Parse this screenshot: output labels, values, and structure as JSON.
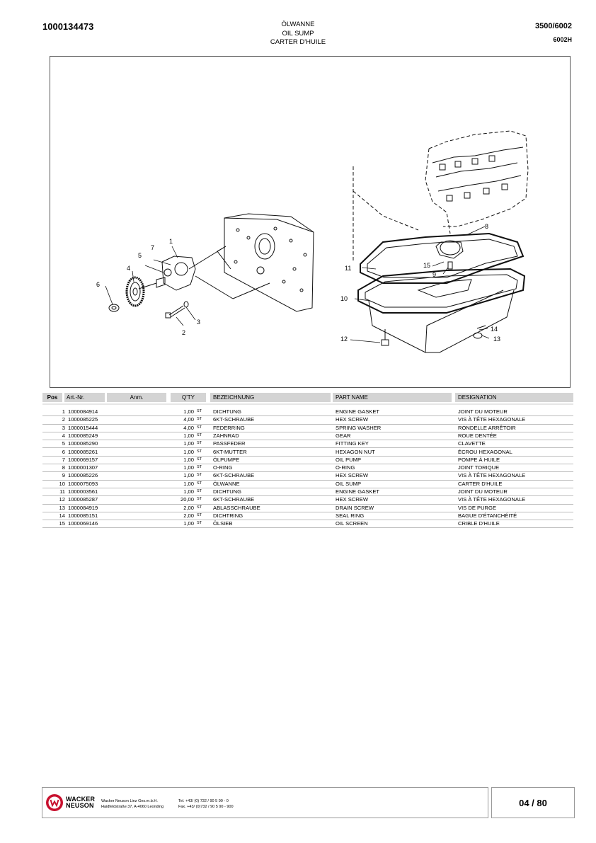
{
  "header": {
    "doc_number": "1000134473",
    "title_de": "ÖLWANNE",
    "title_en": "OIL SUMP",
    "title_fr": "CARTER D'HUILE",
    "model": "3500/6002",
    "variant": "6002H"
  },
  "figure": {
    "callouts": [
      "1",
      "2",
      "3",
      "4",
      "5",
      "6",
      "7",
      "8",
      "9",
      "10",
      "11",
      "12",
      "13",
      "14",
      "15"
    ]
  },
  "table": {
    "headers": {
      "pos": "Pos",
      "art": "Art.-Nr.",
      "anm": "Anm.",
      "qty": "Q'TY",
      "de": "BEZEICHNUNG",
      "en": "PART NAME",
      "fr": "DESIGNATION"
    },
    "rows": [
      {
        "pos": "1",
        "art": "1000084914",
        "qty": "1,00",
        "unit": "ST",
        "de": "DICHTUNG",
        "en": "ENGINE GASKET",
        "fr": "JOINT DU MOTEUR"
      },
      {
        "pos": "2",
        "art": "1000085225",
        "qty": "4,00",
        "unit": "ST",
        "de": "6KT-SCHRAUBE",
        "en": "HEX SCREW",
        "fr": "VIS À TÊTE HEXAGONALE"
      },
      {
        "pos": "3",
        "art": "1000015444",
        "qty": "4,00",
        "unit": "ST",
        "de": "FEDERRING",
        "en": "SPRING WASHER",
        "fr": "RONDELLE ARRÊTOIR"
      },
      {
        "pos": "4",
        "art": "1000085249",
        "qty": "1,00",
        "unit": "ST",
        "de": "ZAHNRAD",
        "en": "GEAR",
        "fr": "ROUE DENTÉE"
      },
      {
        "pos": "5",
        "art": "1000085290",
        "qty": "1,00",
        "unit": "ST",
        "de": "PASSFEDER",
        "en": "FITTING KEY",
        "fr": "CLAVETTE"
      },
      {
        "pos": "6",
        "art": "1000085261",
        "qty": "1,00",
        "unit": "ST",
        "de": "6KT-MUTTER",
        "en": "HEXAGON NUT",
        "fr": "ÉCROU HEXAGONAL"
      },
      {
        "pos": "7",
        "art": "1000069157",
        "qty": "1,00",
        "unit": "ST",
        "de": "ÖLPUMPE",
        "en": "OIL PUMP",
        "fr": "POMPE À HUILE"
      },
      {
        "pos": "8",
        "art": "1000001307",
        "qty": "1,00",
        "unit": "ST",
        "de": "O-RING",
        "en": "O-RING",
        "fr": "JOINT TORIQUE"
      },
      {
        "pos": "9",
        "art": "1000085226",
        "qty": "1,00",
        "unit": "ST",
        "de": "6KT-SCHRAUBE",
        "en": "HEX SCREW",
        "fr": "VIS À TÊTE HEXAGONALE"
      },
      {
        "pos": "10",
        "art": "1000075093",
        "qty": "1,00",
        "unit": "ST",
        "de": "ÖLWANNE",
        "en": "OIL SUMP",
        "fr": "CARTER D'HUILE"
      },
      {
        "pos": "11",
        "art": "1000003561",
        "qty": "1,00",
        "unit": "ST",
        "de": "DICHTUNG",
        "en": "ENGINE GASKET",
        "fr": "JOINT DU MOTEUR"
      },
      {
        "pos": "12",
        "art": "1000085287",
        "qty": "20,00",
        "unit": "ST",
        "de": "6KT-SCHRAUBE",
        "en": "HEX SCREW",
        "fr": "VIS À TÊTE HEXAGONALE"
      },
      {
        "pos": "13",
        "art": "1000084919",
        "qty": "2,00",
        "unit": "ST",
        "de": "ABLASSCHRAUBE",
        "en": "DRAIN SCREW",
        "fr": "VIS DE PURGE"
      },
      {
        "pos": "14",
        "art": "1000085151",
        "qty": "2,00",
        "unit": "ST",
        "de": "DICHTRING",
        "en": "SEAL RING",
        "fr": "BAGUE D'ÉTANCHÉITÉ"
      },
      {
        "pos": "15",
        "art": "1000069146",
        "qty": "1,00",
        "unit": "ST",
        "de": "ÖLSIEB",
        "en": "OIL SCREEN",
        "fr": "CRIBLE D'HUILE"
      }
    ]
  },
  "footer": {
    "brand_line1": "WACKER",
    "brand_line2": "NEUSON",
    "company_line1": "Wacker Neuson Linz  Ges.m.b.H.",
    "company_line2": "Haidfeldstraße 37, A-4060 Leonding",
    "tel": "Tel. +43/ (0) 732 / 90 5 90 - 0",
    "fax": "Fax. +43/ (0)732 / 90 5 90 - 900",
    "page": "04 / 80",
    "logo_color": "#c8102e"
  }
}
